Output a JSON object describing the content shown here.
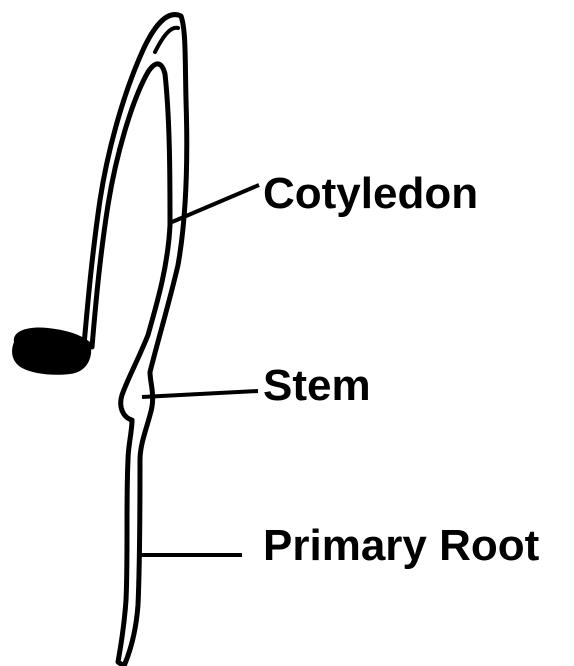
{
  "labels": {
    "cotyledon": "Cotyledon",
    "stem": "Stem",
    "primary_root": "Primary Root"
  },
  "colors": {
    "line": "#000000",
    "background": "#ffffff",
    "seed": "#000000"
  }
}
